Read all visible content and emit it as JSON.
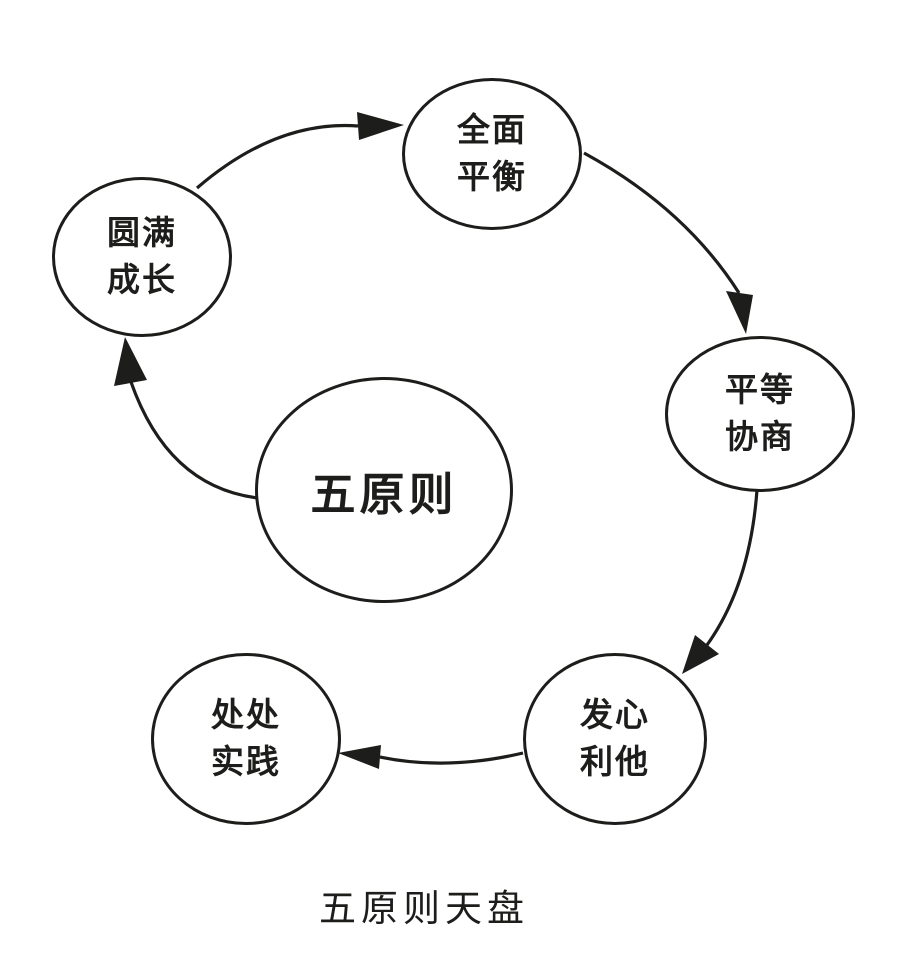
{
  "diagram": {
    "caption": "五原则天盘",
    "center_node": {
      "id": "wuyuanze",
      "label": "五原则"
    },
    "nodes": [
      {
        "id": "quanmian-pingheng",
        "position": "top",
        "line1": "全面",
        "line2": "平衡"
      },
      {
        "id": "pingdeng-xieshang",
        "position": "right",
        "line1": "平等",
        "line2": "协商"
      },
      {
        "id": "faxin-lita",
        "position": "bottom-right",
        "line1": "发心",
        "line2": "利他"
      },
      {
        "id": "chuchu-shijian",
        "position": "bottom-left",
        "line1": "处处",
        "line2": "实践"
      },
      {
        "id": "yuanman-chengzhang",
        "position": "top-left",
        "line1": "圆满",
        "line2": "成长"
      }
    ],
    "edges": [
      {
        "from": "五原则",
        "to": "圆满成长"
      },
      {
        "from": "圆满成长",
        "to": "全面平衡"
      },
      {
        "from": "全面平衡",
        "to": "平等协商"
      },
      {
        "from": "平等协商",
        "to": "发心利他"
      },
      {
        "from": "发心利他",
        "to": "处处实践"
      }
    ],
    "colors": {
      "stroke": "#1d1d1b",
      "text": "#1d1d1b",
      "background": "#ffffff"
    }
  }
}
